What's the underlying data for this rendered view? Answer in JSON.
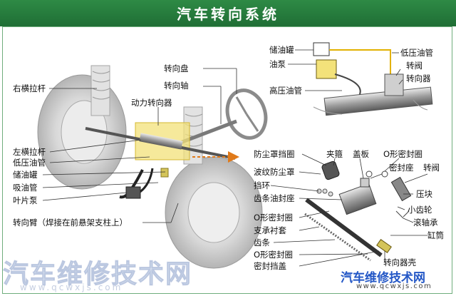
{
  "title": "汽车转向系统",
  "labels_left": {
    "right_tie_rod": "右横拉杆",
    "left_tie_rod": "左横拉杆",
    "low_pressure_line": "低压油管",
    "reservoir": "储油罐",
    "suction_line": "吸油管",
    "vane_pump": "叶片泵",
    "steering_arm": "转向臂（焊接在前悬架支柱上）"
  },
  "labels_center": {
    "steering_wheel": "转向盘",
    "steering_shaft": "转向轴",
    "power_steering_gear": "动力转向器"
  },
  "labels_inset": {
    "reservoir": "储油罐",
    "oil_pump": "油泵",
    "high_pressure_line": "高压油管",
    "low_pressure_line": "低压油管",
    "steering_valve": "转阀",
    "steering_gear": "转向器"
  },
  "labels_exploded": {
    "dust_cover_ring": "防尘罩挡圈",
    "clamp": "夹箍",
    "cover_plate": "盖板",
    "o_ring_seat_top": "O形密封圈",
    "bellows_dust_cover": "波纹防尘罩",
    "seal_seat": "密封座",
    "rotary_valve": "转阀",
    "snap_ring": "挡环",
    "rack_oil_seal_seat": "齿条油封座",
    "press_block": "压块",
    "pinion": "小齿轮",
    "roller_bearing": "滚轴承",
    "cylinder": "缸筒",
    "o_ring_seat_mid": "O形密封圈",
    "support_liner": "支承衬套",
    "rack": "齿条",
    "o_ring_seat_low": "O形密封圈",
    "seal_retainer_cover": "密封挡盖",
    "gear_housing": "转向器壳"
  },
  "watermark": {
    "left_text": "汽车维修技术网",
    "left_url": "www.qcwxjs.com",
    "right_text": "汽车维修技术网",
    "right_url": "www.qcwxjs.com"
  },
  "colors": {
    "title_bar": "#1f6e35",
    "frame_border": "#6fae7c",
    "highlight_box": "#f3e27a",
    "arrow": "#e07a1a",
    "brand_blue": "#2357c6"
  }
}
